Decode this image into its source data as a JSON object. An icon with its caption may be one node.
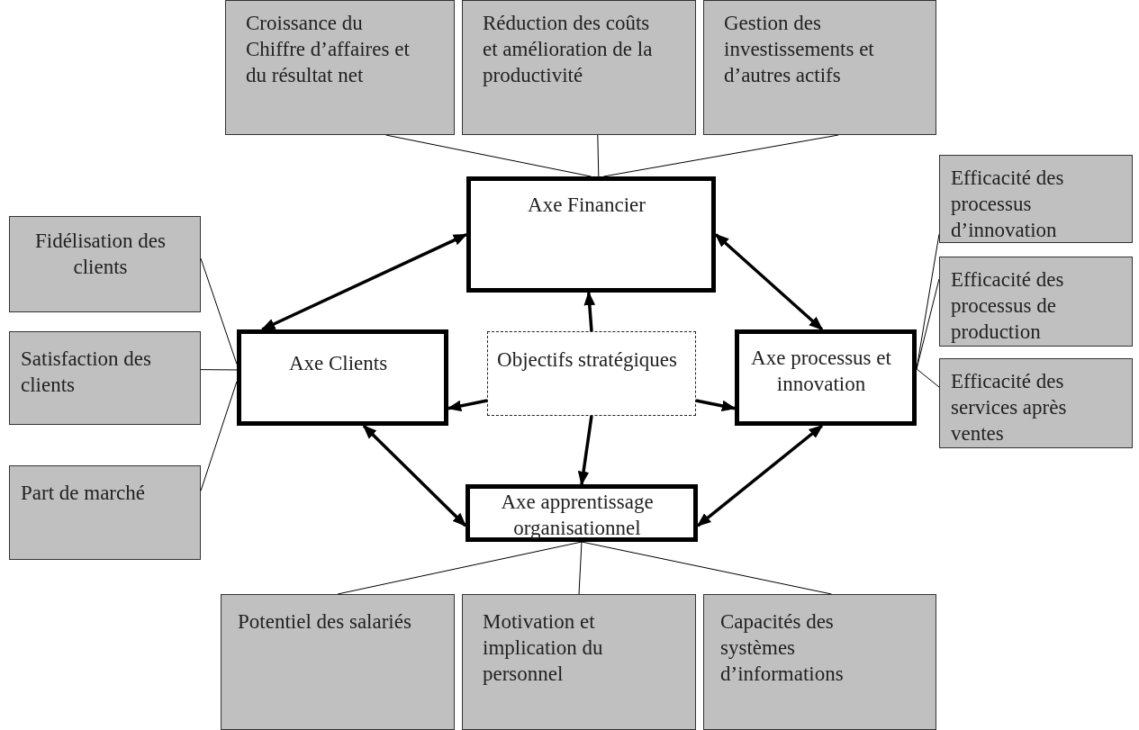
{
  "diagram": {
    "nodes": [
      {
        "text": [
          "Croissance du Chiffre d’affaires et du résultat net"
        ]
      },
      {
        "text": [
          "Réduction des coûts et amélioration de la productivité"
        ]
      },
      {
        "text": [
          "Gestion des investissements et d’autres actifs"
        ]
      },
      {
        "text": [
          "Axe Financier"
        ]
      },
      {
        "text": [
          "Fidélisation des clients"
        ]
      },
      {
        "text": [
          "Efficacité des processus d’innovation"
        ]
      },
      {
        "text": [
          "Satisfaction des clients"
        ]
      },
      {
        "text": [
          "Axe Clients"
        ]
      },
      {
        "text": [
          "Objectifs stratégiques"
        ]
      },
      {
        "text": [
          "Axe processus et innovation"
        ]
      },
      {
        "text": [
          "Efficacité des processus de production"
        ]
      },
      {
        "text": [
          "Part de marché"
        ]
      },
      {
        "text": [
          "Efficacité des services après ventes"
        ]
      },
      {
        "text": [
          "Axe apprentissage organisationnel"
        ]
      },
      {
        "text": [
          "Potentiel des salariés"
        ]
      },
      {
        "text": [
          "Motivation et implication du personnel"
        ]
      },
      {
        "text": [
          "Capacités des systèmes d’informations"
        ]
      }
    ],
    "edges": [
      {
        "from": 0,
        "to": 3,
        "arrow": "none"
      },
      {
        "from": 1,
        "to": 3,
        "arrow": "none"
      },
      {
        "from": 2,
        "to": 3,
        "arrow": "none"
      },
      {
        "from": 4,
        "to": 7,
        "arrow": "none"
      },
      {
        "from": 6,
        "to": 7,
        "arrow": "none"
      },
      {
        "from": 11,
        "to": 7,
        "arrow": "none"
      },
      {
        "from": 5,
        "to": 9,
        "arrow": "none"
      },
      {
        "from": 10,
        "to": 9,
        "arrow": "none"
      },
      {
        "from": 12,
        "to": 9,
        "arrow": "none"
      },
      {
        "from": 13,
        "to": 14,
        "arrow": "none"
      },
      {
        "from": 13,
        "to": 15,
        "arrow": "none"
      },
      {
        "from": 13,
        "to": 16,
        "arrow": "none"
      },
      {
        "from": 3,
        "to": 7,
        "arrow": "both",
        "style": "thick"
      },
      {
        "from": 3,
        "to": 9,
        "arrow": "both",
        "style": "thick"
      },
      {
        "from": 7,
        "to": 13,
        "arrow": "both",
        "style": "thick"
      },
      {
        "from": 9,
        "to": 13,
        "arrow": "both",
        "style": "thick"
      },
      {
        "from": 8,
        "to": 3,
        "arrow": "to",
        "style": "thick"
      },
      {
        "from": 8,
        "to": 7,
        "arrow": "to",
        "style": "thick"
      },
      {
        "from": 8,
        "to": 9,
        "arrow": "to",
        "style": "thick"
      },
      {
        "from": 8,
        "to": 13,
        "arrow": "to",
        "style": "thick"
      }
    ]
  }
}
